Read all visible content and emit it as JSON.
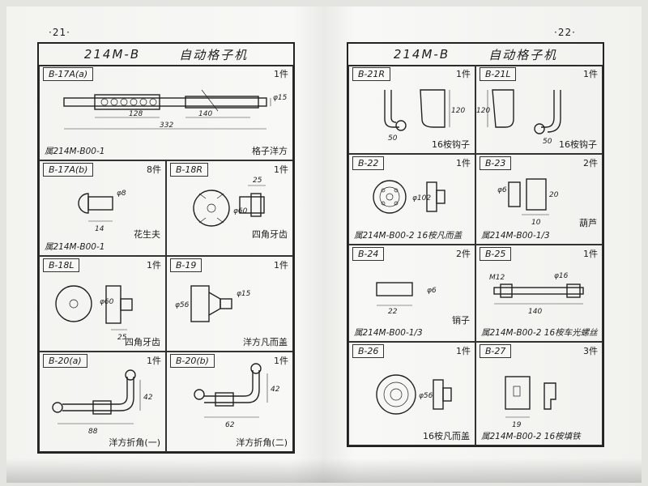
{
  "page_numbers": {
    "left": "·21·",
    "right": "·22·"
  },
  "left_page": {
    "header": {
      "model": "214M-B",
      "title": "自动格子机"
    },
    "parts": [
      {
        "code": "B-17A(a)",
        "qty": "1件",
        "name": "格子洋方",
        "note": "属214M-B00-1",
        "dims": [
          "128",
          "332",
          "140",
          "φ15"
        ]
      },
      {
        "code": "B-17A(b)",
        "qty": "8件",
        "name": "花生夫",
        "note": "属214M-B00-1",
        "dims": [
          "φ8",
          "14"
        ]
      },
      {
        "code": "B-18R",
        "qty": "1件",
        "name": "四角牙齿",
        "note": "",
        "dims": [
          "25",
          "φ60"
        ]
      },
      {
        "code": "B-18L",
        "qty": "1件",
        "name": "四角牙齿",
        "note": "",
        "dims": [
          "φ60",
          "25"
        ]
      },
      {
        "code": "B-19",
        "qty": "1件",
        "name": "洋方凡而盖",
        "note": "",
        "dims": [
          "φ56",
          "φ15"
        ]
      },
      {
        "code": "B-20(a)",
        "qty": "1件",
        "name": "洋方折角(一)",
        "note": "",
        "dims": [
          "42",
          "88"
        ]
      },
      {
        "code": "B-20(b)",
        "qty": "1件",
        "name": "洋方折角(二)",
        "note": "",
        "dims": [
          "42",
          "62"
        ]
      }
    ]
  },
  "right_page": {
    "header": {
      "model": "214M-B",
      "title": "自动格子机"
    },
    "parts": [
      {
        "code": "B-21R",
        "qty": "1件",
        "name": "16桉钩子",
        "note": "",
        "dims": [
          "120",
          "50"
        ]
      },
      {
        "code": "B-21L",
        "qty": "1件",
        "name": "16桉钩子",
        "note": "",
        "dims": [
          "120",
          "50"
        ]
      },
      {
        "code": "B-22",
        "qty": "1件",
        "name": "",
        "note": "属214M-B00-2 16桉凡而盖",
        "dims": [
          "φ102"
        ]
      },
      {
        "code": "B-23",
        "qty": "2件",
        "name": "葫芦",
        "note": "属214M-B00-1/3",
        "dims": [
          "φ6",
          "20",
          "10"
        ]
      },
      {
        "code": "B-24",
        "qty": "2件",
        "name": "销子",
        "note": "属214M-B00-1/3",
        "dims": [
          "22",
          "φ6"
        ]
      },
      {
        "code": "B-25",
        "qty": "1件",
        "name": "",
        "note": "属214M-B00-2 16桉车光螺丝",
        "dims": [
          "M12",
          "φ16",
          "140"
        ]
      },
      {
        "code": "B-26",
        "qty": "1件",
        "name": "16桉凡而盖",
        "note": "",
        "dims": [
          "φ56"
        ]
      },
      {
        "code": "B-27",
        "qty": "3件",
        "name": "",
        "note": "属214M-B00-2 16桉填铁",
        "dims": [
          "19"
        ]
      }
    ]
  }
}
